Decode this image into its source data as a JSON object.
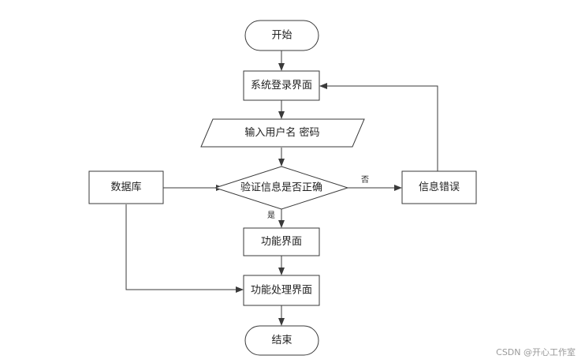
{
  "diagram": {
    "nodes": {
      "start": {
        "label": "开始"
      },
      "login": {
        "label": "系统登录界面"
      },
      "input": {
        "label": "输入用户名 密码"
      },
      "verify": {
        "label": "验证信息是否正确"
      },
      "db": {
        "label": "数据库"
      },
      "error": {
        "label": "信息错误"
      },
      "func": {
        "label": "功能界面"
      },
      "process": {
        "label": "功能处理界面"
      },
      "end": {
        "label": "结束"
      }
    },
    "edge_labels": {
      "no": "否",
      "yes": "是"
    }
  },
  "watermark": {
    "text": "CSDN @开心工作室"
  }
}
